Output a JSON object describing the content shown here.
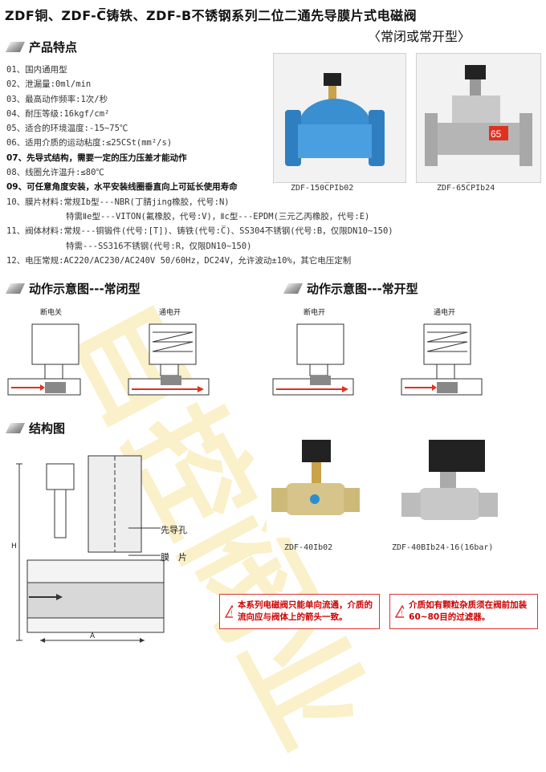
{
  "title": "ZDF铜、ZDF-C̅铸铁、ZDF-B不锈钢系列二位二通先导膜片式电磁阀",
  "subtitle": "〈常闭或常开型〉",
  "sections": {
    "features": "产品特点",
    "action_nc": "动作示意图---常闭型",
    "action_no": "动作示意图---常开型",
    "structure": "结构图"
  },
  "features": [
    "01、国内通用型",
    "02、泄漏量:0ml/min",
    "03、最高动作频率:1次/秒",
    "04、耐压等级:16kgf/cm²",
    "05、适合的环境温度:-15~75℃",
    "06、适用介质的运动粘度:≤25CSt(mm²/s)",
    "07、先导式结构，需要一定的压力压差才能动作",
    "08、线圈允许温升:≤80℃",
    "09、可任意角度安装，水平安装线圈垂直向上可延长使用寿命",
    "10、膜片材料:常规Ib型---NBR(丁腈jing橡胶，代号:N)",
    "特需Ⅱe型---VITON(氟橡胶，代号:V)，Ⅱc型---EPDM(三元乙丙橡胶，代号:E)",
    "11、阀体材料:常规---铜锻件(代号:[T])、铸铁(代号:C̅)、SS304不锈钢(代号:B，仅限DN10~150)",
    "特需---SS316不锈钢(代号:R，仅限DN10~150)",
    "12、电压常规:AC220/AC230/AC240V 50/60Hz，DC24V，允许波动±10%，其它电压定制"
  ],
  "photos": [
    {
      "caption": "ZDF-150C̅PIb02",
      "color": "#3a8fd0"
    },
    {
      "caption": "ZDF-65C̅PIb24",
      "color": "#b9b9b9",
      "badge": "65"
    },
    {
      "caption": "ZDF-40Ib02",
      "color": "#d6c48a"
    },
    {
      "caption": "ZDF-40BIb24-16(16bar)",
      "color": "#c8c8c8"
    }
  ],
  "diagram_labels": {
    "nc_off": "断电关",
    "nc_on": "通电开",
    "no_on": "断电开",
    "no_off": "通电开"
  },
  "structure_labels": {
    "pilot_hole": "先导孔",
    "diaphragm": "膜　片",
    "dim_a": "A",
    "dim_h": "H"
  },
  "notices": [
    "本系列电磁阀只能单向流通，介质的流向应与阀体上的箭头一致。",
    "介质如有颗粒杂质须在阀前加装60~80目的过滤器。"
  ],
  "notice_icon": "warning-icon",
  "watermark": "自控阀业",
  "colors": {
    "accent_red": "#cc0000",
    "watermark": "#f6e08a",
    "arrow_red": "#e03020"
  }
}
